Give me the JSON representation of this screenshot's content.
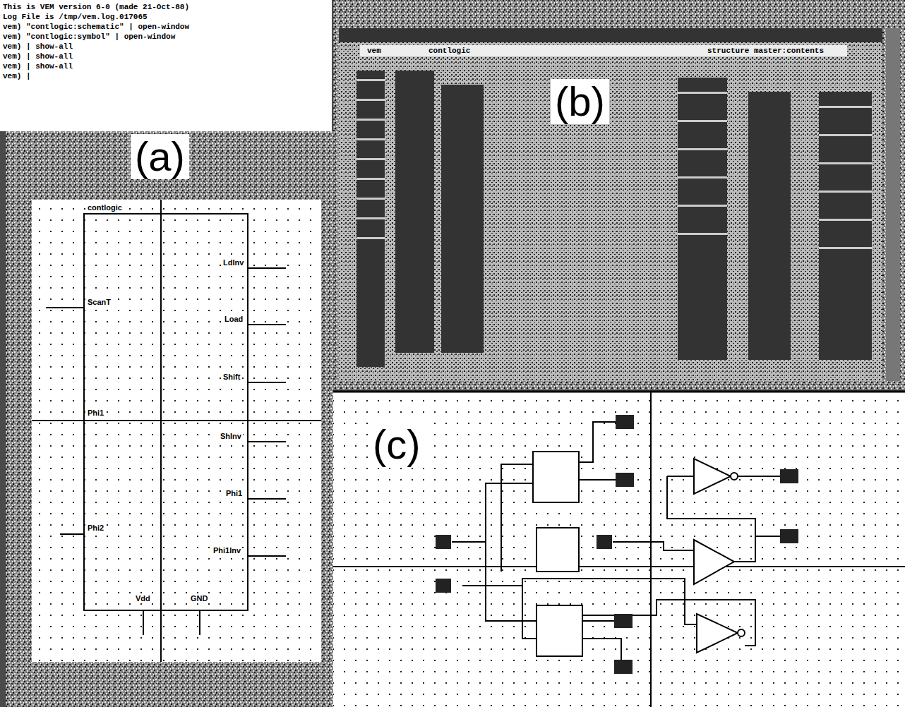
{
  "diagram": {
    "nodes": [
      {
        "text": [
          "contlogic"
        ]
      }
    ],
    "labels": [
      "This is VEM version 6-0 (made 21-Oct-88)",
      "Log File is /tmp/vem.log.017065",
      "vem) \"contlogic:schematic\" | open-window",
      "vem) \"contlogic:symbol\" | open-window",
      "vem) | show-all",
      "vem) | show-all",
      "vem) | show-all",
      "vem) |",
      "(a)",
      "(b)",
      "(c)",
      "ScanT",
      "Phi1",
      "Phi2",
      "LdInv",
      "Load",
      "Shift",
      "ShInv",
      "Phi1",
      "Phi1Inv",
      "Vdd",
      "GND",
      "vem",
      "contlogic",
      "structure master:contents"
    ]
  }
}
